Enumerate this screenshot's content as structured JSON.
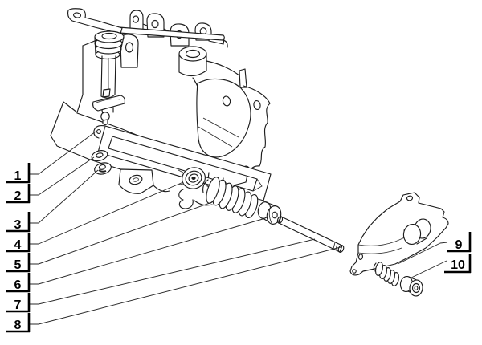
{
  "diagram": {
    "background_color": "#ffffff",
    "line_color": "#1d1d1d",
    "label_color": "#000000"
  },
  "callouts": {
    "left": [
      {
        "label": "1"
      },
      {
        "label": "2"
      },
      {
        "label": "3"
      },
      {
        "label": "4"
      },
      {
        "label": "5"
      },
      {
        "label": "6"
      },
      {
        "label": "7"
      },
      {
        "label": "8"
      }
    ],
    "right": [
      {
        "label": "9"
      },
      {
        "label": "10"
      }
    ]
  }
}
